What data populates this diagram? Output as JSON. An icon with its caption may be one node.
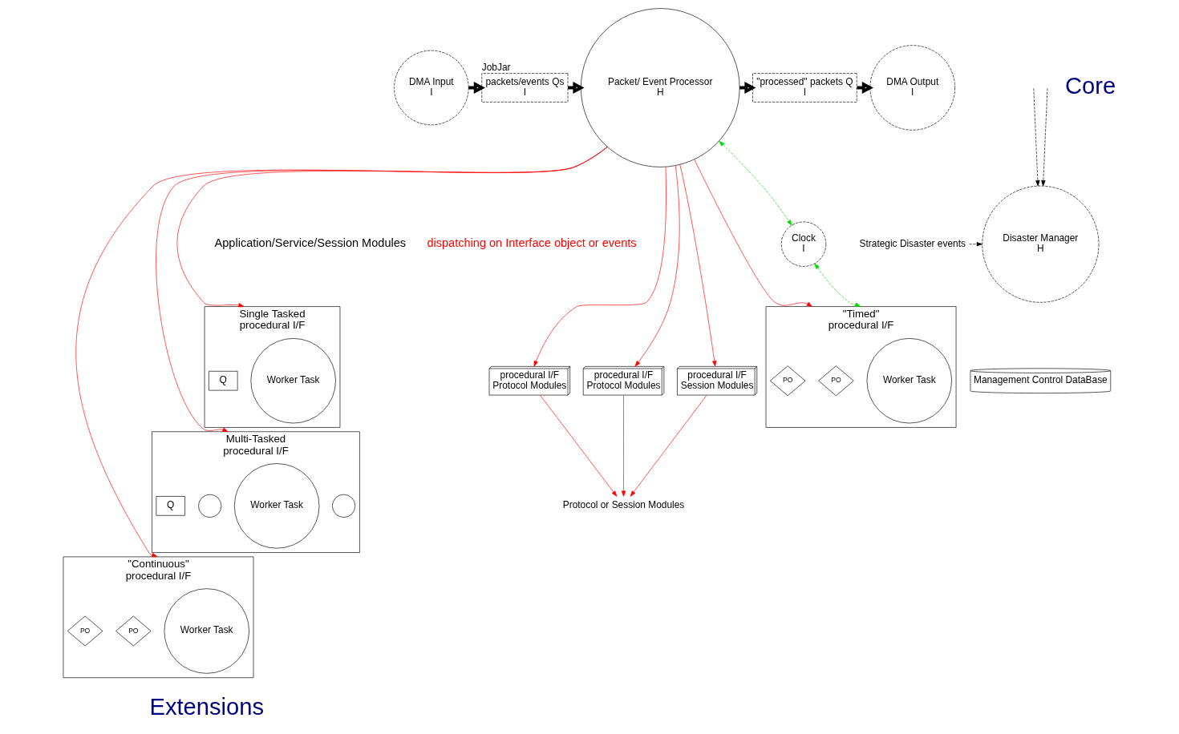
{
  "diagram": {
    "nodes": [
      {
        "text": [
          "DMA Input",
          "I"
        ]
      },
      {
        "text": [
          "packets/events Qs",
          "I"
        ],
        "beside": [
          "JobJar"
        ]
      },
      {
        "text": [
          "Packet/ Event Processor",
          "H"
        ]
      },
      {
        "text": [
          "\"processed\" packets Q",
          "I"
        ]
      },
      {
        "text": [
          "DMA Output",
          "I"
        ]
      },
      {
        "text": [
          "Single Tasked",
          "procedural I/F"
        ]
      },
      {
        "text": [
          "Worker Task"
        ],
        "in": 5
      },
      {
        "text": [
          "Q"
        ],
        "in": 5
      },
      {
        "text": [
          "Multi-Tasked",
          "procedural I/F"
        ]
      },
      {
        "text": [],
        "shape": "circle",
        "in": 8
      },
      {
        "text": [
          "Worker Task"
        ],
        "in": 8
      },
      {
        "text": [],
        "shape": "circle",
        "in": 8
      },
      {
        "text": [
          "Q"
        ],
        "in": 8
      },
      {
        "text": [
          "\"Continuous\"",
          "procedural I/F"
        ]
      },
      {
        "text": [
          "Worker Task"
        ],
        "in": 13
      },
      {
        "text": [
          "PO"
        ],
        "in": 13
      },
      {
        "text": [
          "PO"
        ],
        "in": 13
      },
      {
        "text": [
          "procedural I/F",
          "Protocol Modules"
        ]
      },
      {
        "text": [
          "procedural I/F",
          "Protocol Modules"
        ]
      },
      {
        "text": [
          "procedural I/F",
          "Session Modules"
        ]
      },
      {
        "text": [
          "Protocol or Session Modules"
        ]
      },
      {
        "text": [
          "Clock",
          "I"
        ]
      },
      {
        "text": [
          "\"Timed\"",
          "procedural I/F"
        ]
      },
      {
        "text": [
          "Worker Task"
        ],
        "in": 22
      },
      {
        "text": [
          "PO"
        ],
        "in": 22
      },
      {
        "text": [
          "PO"
        ],
        "in": 22
      },
      {
        "text": [
          "Strategic Disaster events"
        ]
      },
      {
        "text": [
          "Disaster Manager",
          "H"
        ]
      },
      {
        "text": [
          "Management Control DataBase"
        ]
      }
    ],
    "edges": [
      {
        "from": 0,
        "to": 1,
        "arrow": "to",
        "style": "thick",
        "color": "#000000"
      },
      {
        "from": 1,
        "to": 2,
        "arrow": "to",
        "style": "thick",
        "color": "#000000"
      },
      {
        "from": 2,
        "to": 3,
        "arrow": "to",
        "style": "thick",
        "color": "#000000"
      },
      {
        "from": 3,
        "to": 4,
        "arrow": "to",
        "style": "thick",
        "color": "#000000"
      },
      {
        "from": 2,
        "to": 5,
        "arrow": "to",
        "color": "#ff0000"
      },
      {
        "from": 2,
        "to": 8,
        "arrow": "to",
        "color": "#ff0000"
      },
      {
        "from": 2,
        "to": 13,
        "arrow": "to",
        "color": "#ff0000"
      },
      {
        "from": 2,
        "to": 22,
        "arrow": "to",
        "color": "#ff0000"
      },
      {
        "from": 2,
        "to": 17,
        "arrow": "to",
        "color": "#ff0000"
      },
      {
        "from": 2,
        "to": 18,
        "arrow": "to",
        "color": "#ff0000"
      },
      {
        "from": 2,
        "to": 19,
        "arrow": "to",
        "color": "#ff0000"
      },
      {
        "from": 17,
        "to": 20,
        "arrow": "to",
        "color": "#ff0000"
      },
      {
        "from": 18,
        "to": 20,
        "arrow": "to",
        "color": "#ff0000"
      },
      {
        "from": 19,
        "to": 20,
        "arrow": "to",
        "color": "#ff0000"
      },
      {
        "from": 2,
        "to": 21,
        "arrow": "both",
        "style": "dashed",
        "color": "#00dd00"
      },
      {
        "from": 21,
        "to": 22,
        "arrow": "both",
        "style": "dashed",
        "color": "#00dd00"
      },
      {
        "from": null,
        "to": 27,
        "arrow": "to",
        "style": "dashed",
        "color": "#000000"
      },
      {
        "from": 26,
        "to": 27,
        "arrow": "to",
        "style": "dashed",
        "color": "#000000"
      },
      {
        "from": null,
        "to": 27,
        "arrow": "to",
        "style": "dashed",
        "color": "#000000"
      }
    ],
    "labels": [
      "Core",
      "dispatching on Interface object or events",
      "Application/Service/Session Modules",
      "Extensions"
    ]
  }
}
